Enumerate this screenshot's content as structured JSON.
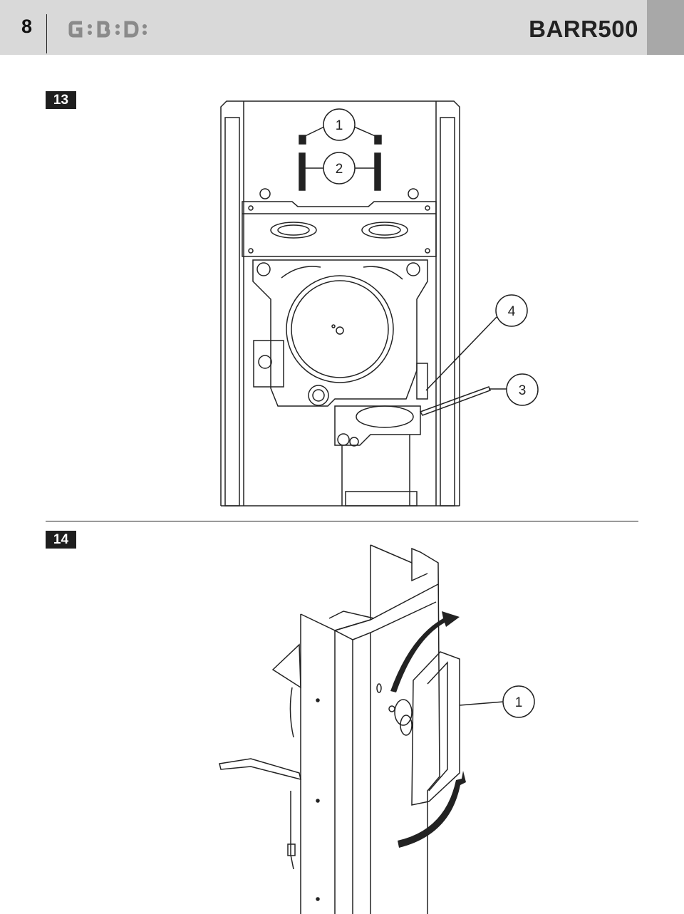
{
  "header": {
    "page_number": "8",
    "brand": "GIBIDI",
    "model": "BARR500"
  },
  "figures": [
    {
      "label": "13",
      "callouts": [
        "1",
        "2",
        "4",
        "3"
      ]
    },
    {
      "label": "14",
      "callouts": [
        "1"
      ]
    }
  ],
  "colors": {
    "header_bg": "#d9d9d9",
    "header_tab": "#a8a8a8",
    "label_bg": "#1e1e1e"
  }
}
